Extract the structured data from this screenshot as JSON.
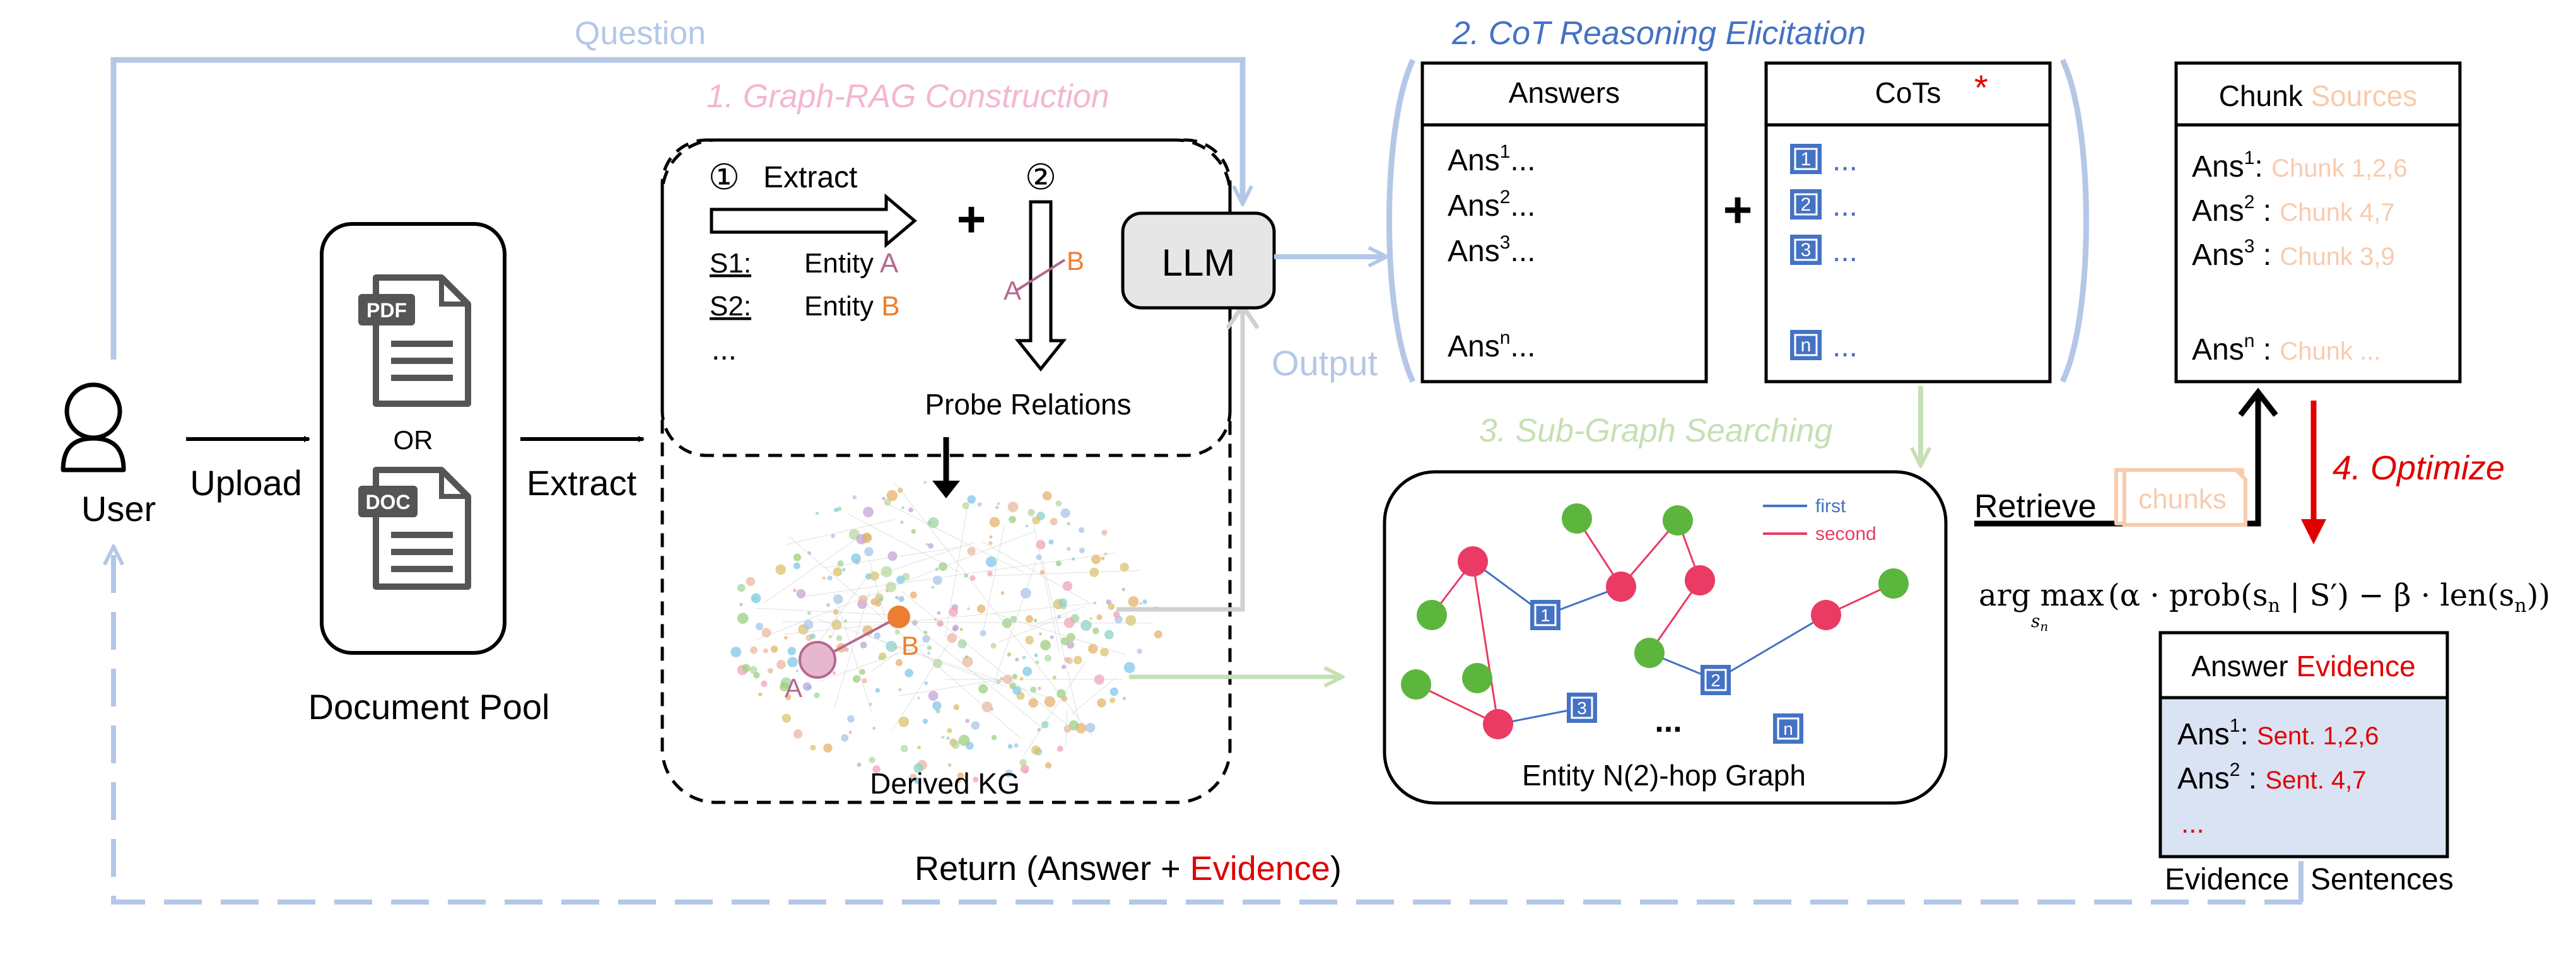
{
  "colors": {
    "light_blue": "#b4c7e7",
    "title_blue": "#4472c4",
    "pink": "#f4b6d2",
    "green": "#c5e0b4",
    "orange": "#ed7d31",
    "peach": "#f8cbad",
    "red": "#e00000",
    "mauve": "#b5688f",
    "badge_blue": "#4472c4",
    "evidence_fill": "#dae3f3",
    "node_red": "#ea3b64",
    "node_green": "#5cb63e"
  },
  "labels": {
    "question": "Question",
    "user": "User",
    "upload": "Upload",
    "extract_arrow": "Extract",
    "or": "OR",
    "pdf": "PDF",
    "doc": "DOC",
    "document_pool": "Document Pool",
    "step1_title": "1. Graph-RAG Construction",
    "extract_step_num": "①",
    "extract_step": "Extract",
    "probe_step_num": "②",
    "plus": "+",
    "s1": "S1:",
    "s2": "S2:",
    "entity": "Entity",
    "entity_a_letter": "A",
    "entity_b_letter": "B",
    "ellipsis3": "...",
    "probe_a": "A",
    "probe_b": "B",
    "probe_relations": "Probe Relations",
    "llm": "LLM",
    "output": "Output",
    "kg_a": "A",
    "kg_b": "B",
    "derived_kg": "Derived KG",
    "step2_title": "2. CoT Reasoning Elicitation",
    "answers_header": "Answers",
    "cots_header": "CoTs",
    "cots_star": "*",
    "ans_prefix": "Ans",
    "dots": "...",
    "chunk_header": "Chunk",
    "chunk_header_sources": "Sources",
    "step3_title": "3. Sub-Graph Searching",
    "legend_first": "first",
    "legend_second": "second",
    "subgraph_caption": "Entity N(2)-hop Graph",
    "subgraph_dots": "...",
    "retrieve": "Retrieve",
    "chunks": "chunks",
    "step4_title": "4. Optimize",
    "formula_argmax": "arg max",
    "formula_sub": "s",
    "formula_sub_n": "n",
    "formula_body": "(α · prob(s",
    "formula_body2": " | S′) − β · len(s",
    "formula_body3": "))",
    "evidence_header_answer": "Answer",
    "evidence_header_evidence": "Evidence",
    "evidence_more": "...",
    "evidence_left": "Evidence",
    "evidence_right": "Sentences",
    "return_prefix": "Return (Answer + ",
    "return_evidence": "Evidence",
    "return_suffix": ")"
  },
  "answers": [
    {
      "sup": "1",
      "text": "..."
    },
    {
      "sup": "2",
      "text": "..."
    },
    {
      "sup": "3",
      "text": "..."
    },
    {
      "sup": "n",
      "text": "..."
    }
  ],
  "cots": [
    {
      "badge": "1",
      "text": "..."
    },
    {
      "badge": "2",
      "text": "..."
    },
    {
      "badge": "3",
      "text": "..."
    },
    {
      "badge": "n",
      "text": "..."
    }
  ],
  "chunk_sources": [
    {
      "sup": "1",
      "sep": ":",
      "value": "Chunk 1,2,6"
    },
    {
      "sup": "2",
      "sep": " :",
      "value": "Chunk 4,7"
    },
    {
      "sup": "3",
      "sep": " :",
      "value": "Chunk 3,9"
    },
    {
      "sup": "n",
      "sep": " :",
      "value": "Chunk ..."
    }
  ],
  "evidence_sentences": [
    {
      "sup": "1",
      "sep": ":",
      "value": "Sent. 1,2,6"
    },
    {
      "sup": "2",
      "sep": " :",
      "value": "Sent. 4,7"
    }
  ],
  "subgraph_badges": [
    "1",
    "2",
    "3",
    "n"
  ]
}
